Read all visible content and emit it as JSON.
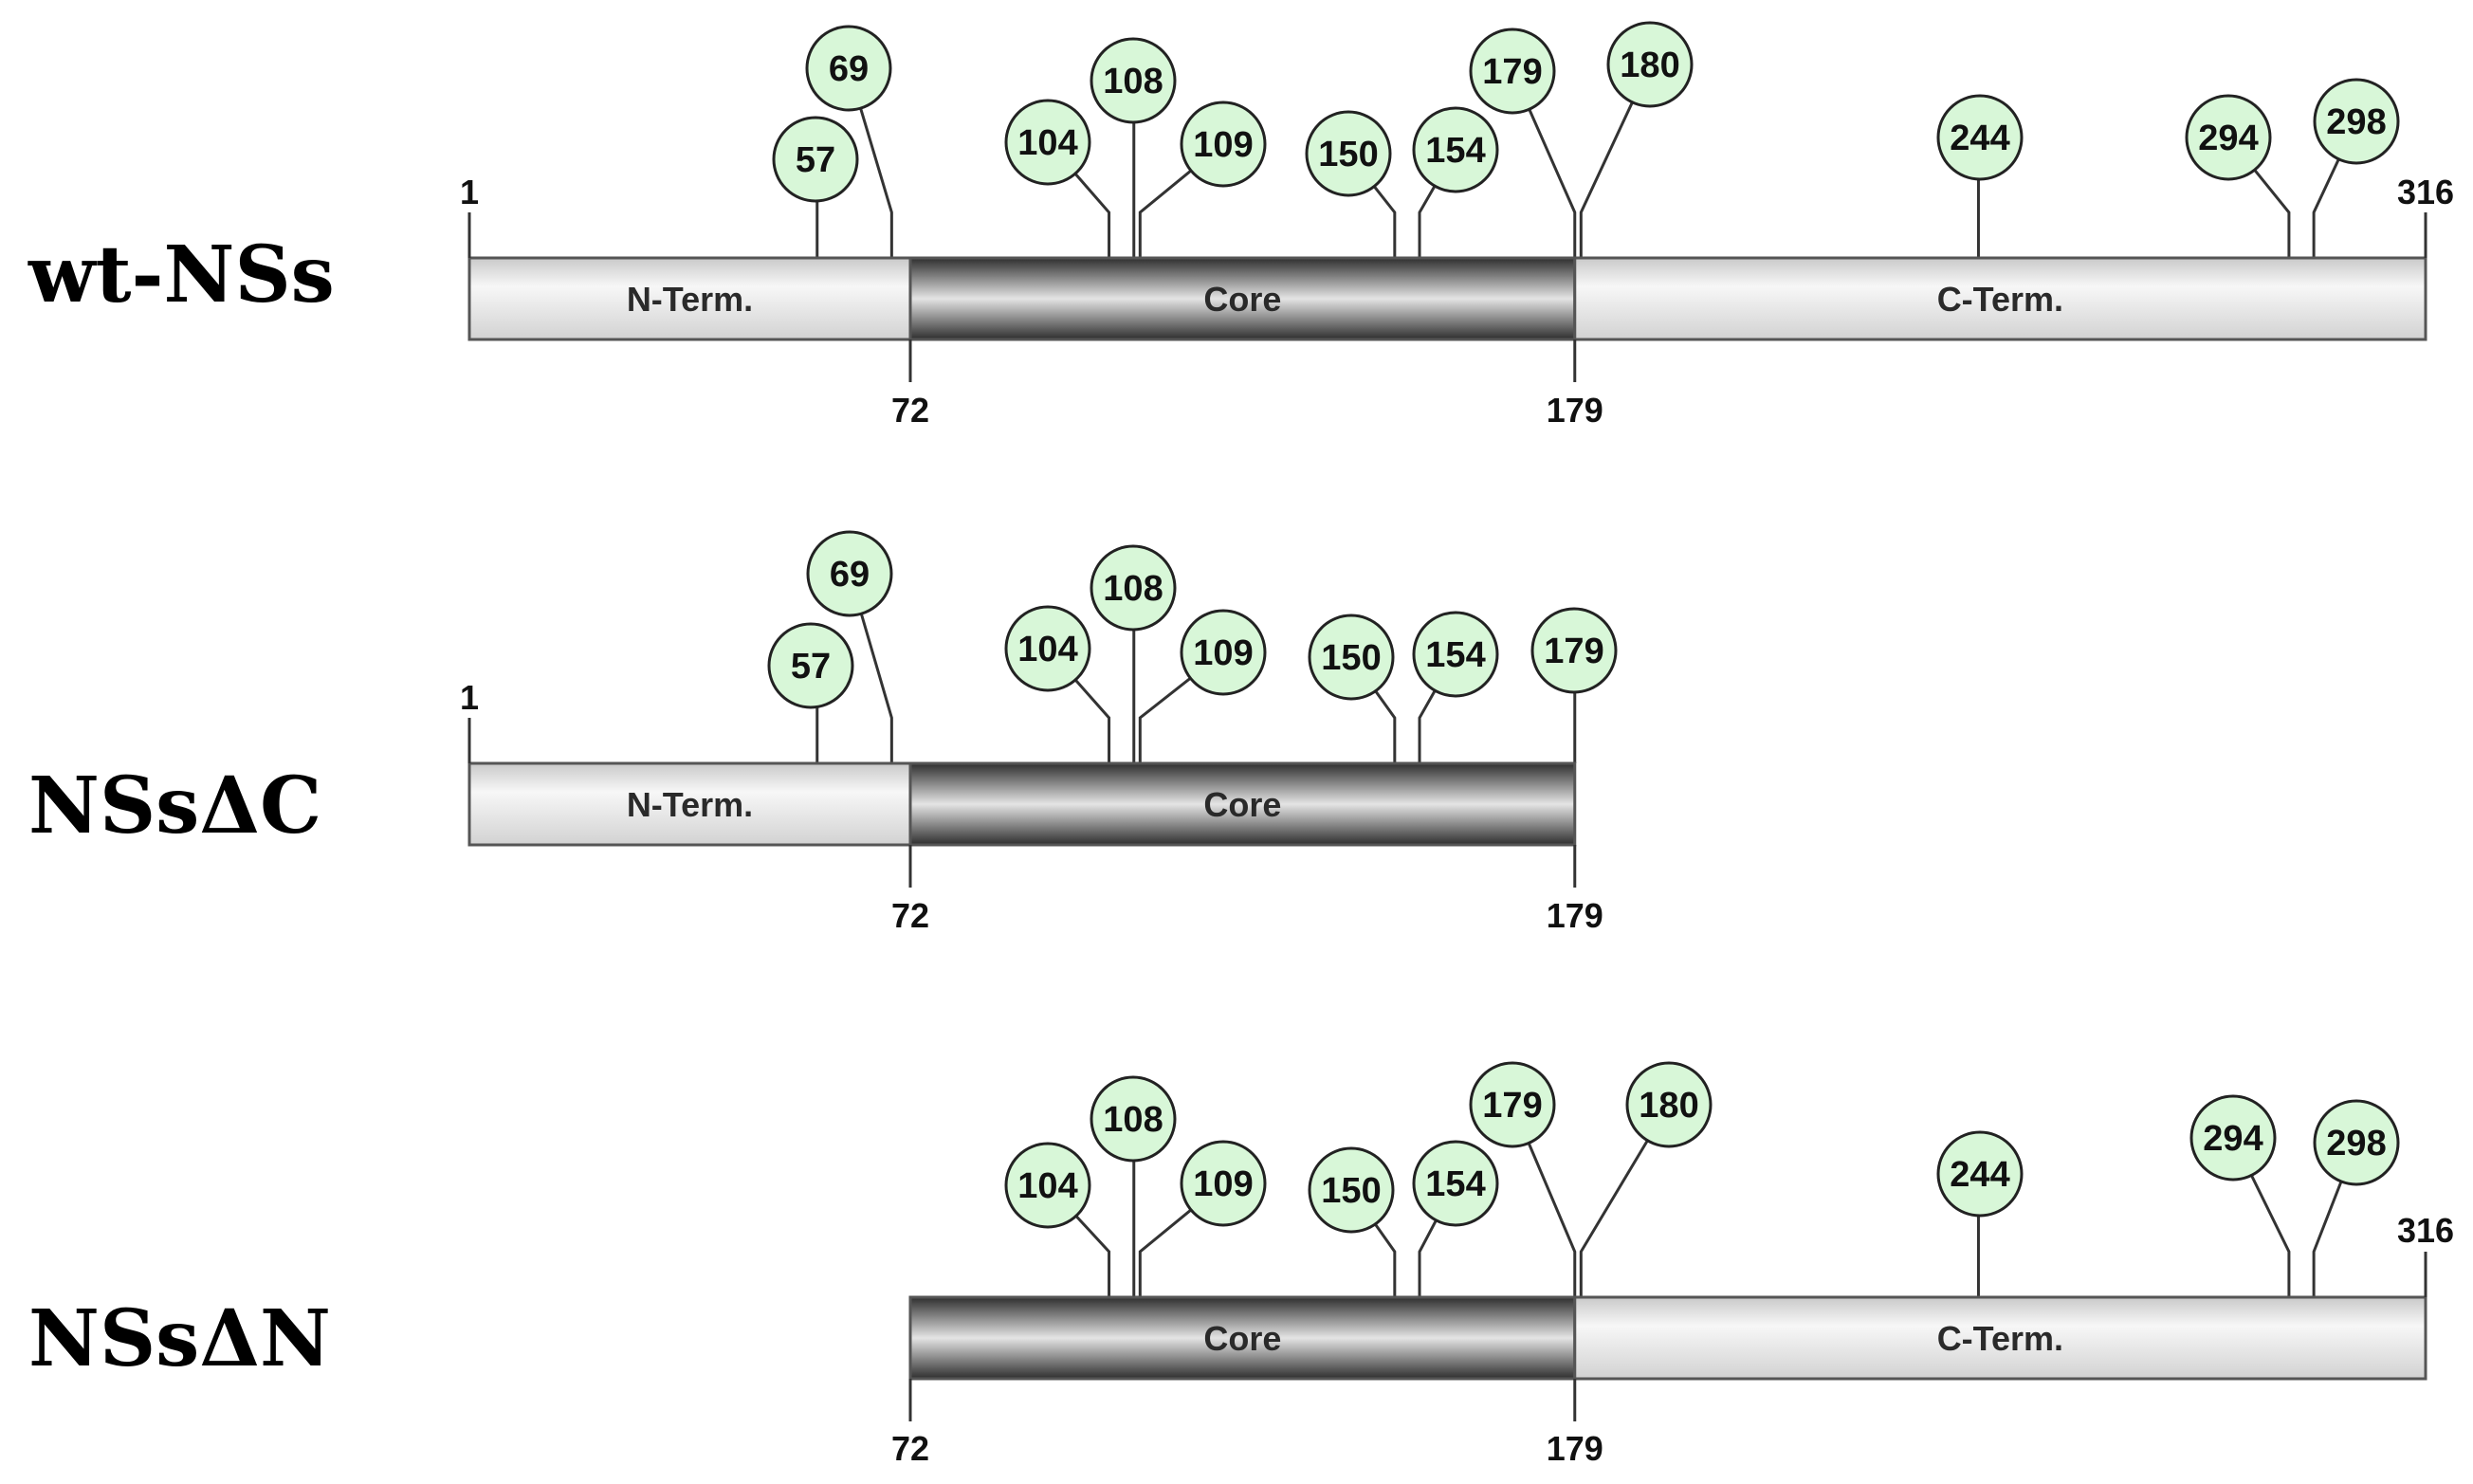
{
  "diagram": {
    "colors": {
      "terminal_light": "#f4f4f4",
      "terminal_dark": "#c8c8c8",
      "core_light": "#dcdcdc",
      "core_dark": "#3a3a3a",
      "site_fill": "#d8f7d8",
      "outline": "#555555"
    },
    "constructs": [
      {
        "id": "wt",
        "name": "wt-NSs",
        "start": 1,
        "end": 316,
        "start_label": "1",
        "end_label": "316",
        "boundaries": [
          {
            "pos": 72,
            "label": "72"
          },
          {
            "pos": 179,
            "label": "179"
          }
        ],
        "segments": [
          {
            "label": "N-Term.",
            "from": 1,
            "to": 72,
            "style": "terminal"
          },
          {
            "label": "Core",
            "from": 72,
            "to": 179,
            "style": "core"
          },
          {
            "label": "C-Term.",
            "from": 179,
            "to": 316,
            "style": "terminal"
          }
        ],
        "sites": [
          {
            "label": "57",
            "pos": 57
          },
          {
            "label": "69",
            "pos": 69
          },
          {
            "label": "104",
            "pos": 104
          },
          {
            "label": "108",
            "pos": 108
          },
          {
            "label": "109",
            "pos": 109
          },
          {
            "label": "150",
            "pos": 150
          },
          {
            "label": "154",
            "pos": 154
          },
          {
            "label": "179",
            "pos": 179
          },
          {
            "label": "180",
            "pos": 180
          },
          {
            "label": "244",
            "pos": 244
          },
          {
            "label": "294",
            "pos": 294
          },
          {
            "label": "298",
            "pos": 298
          }
        ]
      },
      {
        "id": "dc",
        "name": "NSsΔC",
        "start": 1,
        "end": 179,
        "start_label": "1",
        "end_label": "",
        "boundaries": [
          {
            "pos": 72,
            "label": "72"
          },
          {
            "pos": 179,
            "label": "179"
          }
        ],
        "segments": [
          {
            "label": "N-Term.",
            "from": 1,
            "to": 72,
            "style": "terminal"
          },
          {
            "label": "Core",
            "from": 72,
            "to": 179,
            "style": "core"
          }
        ],
        "sites": [
          {
            "label": "57",
            "pos": 57
          },
          {
            "label": "69",
            "pos": 69
          },
          {
            "label": "104",
            "pos": 104
          },
          {
            "label": "108",
            "pos": 108
          },
          {
            "label": "109",
            "pos": 109
          },
          {
            "label": "150",
            "pos": 150
          },
          {
            "label": "154",
            "pos": 154
          },
          {
            "label": "179",
            "pos": 179
          }
        ]
      },
      {
        "id": "dn",
        "name": "NSsΔN",
        "start": 72,
        "end": 316,
        "start_label": "",
        "end_label": "316",
        "boundaries": [
          {
            "pos": 72,
            "label": "72"
          },
          {
            "pos": 179,
            "label": "179"
          }
        ],
        "segments": [
          {
            "label": "Core",
            "from": 72,
            "to": 179,
            "style": "core"
          },
          {
            "label": "C-Term.",
            "from": 179,
            "to": 316,
            "style": "terminal"
          }
        ],
        "sites": [
          {
            "label": "104",
            "pos": 104
          },
          {
            "label": "108",
            "pos": 108
          },
          {
            "label": "109",
            "pos": 109
          },
          {
            "label": "150",
            "pos": 150
          },
          {
            "label": "154",
            "pos": 154
          },
          {
            "label": "179",
            "pos": 179
          },
          {
            "label": "180",
            "pos": 180
          },
          {
            "label": "244",
            "pos": 244
          },
          {
            "label": "294",
            "pos": 294
          },
          {
            "label": "298",
            "pos": 298
          }
        ]
      }
    ]
  }
}
